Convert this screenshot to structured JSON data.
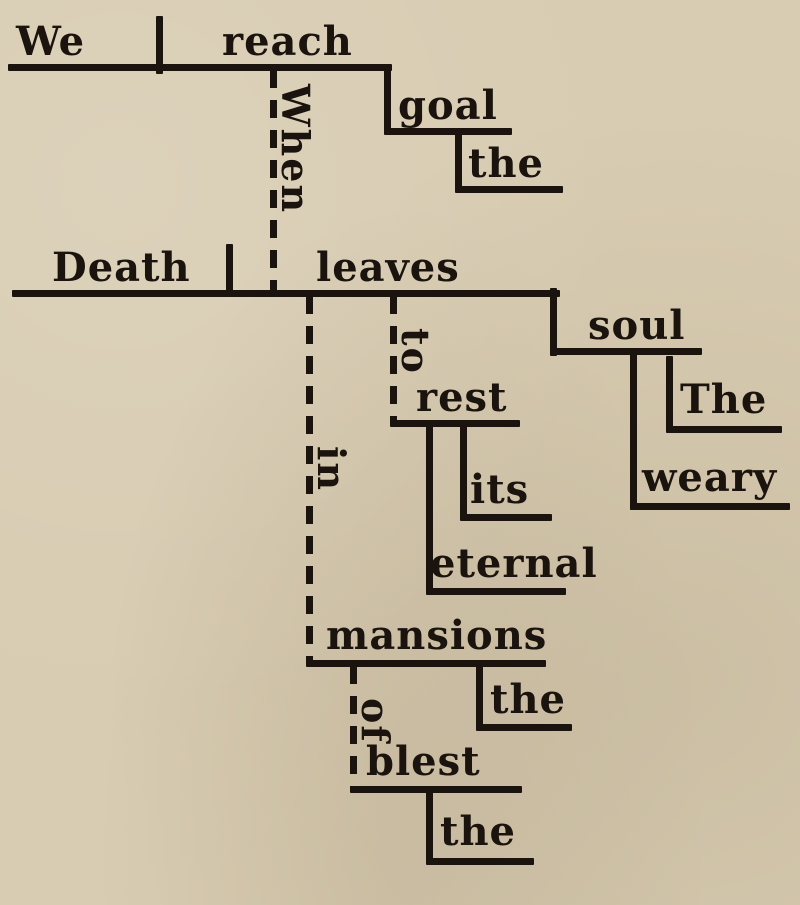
{
  "colors": {
    "paper": "#d8ccb2",
    "ink": "#1b140e"
  },
  "words": {
    "we": "We",
    "reach": "reach",
    "goal": "goal",
    "the_goal": "the",
    "when": "When",
    "death": "Death",
    "leaves": "leaves",
    "soul": "soul",
    "the_soul": "The",
    "weary": "weary",
    "to": "to",
    "rest": "rest",
    "its": "its",
    "eternal": "eternal",
    "in": "in",
    "mansions": "mansions",
    "the_mansions": "the",
    "of": "of",
    "blest": "blest",
    "the_blest": "the"
  }
}
